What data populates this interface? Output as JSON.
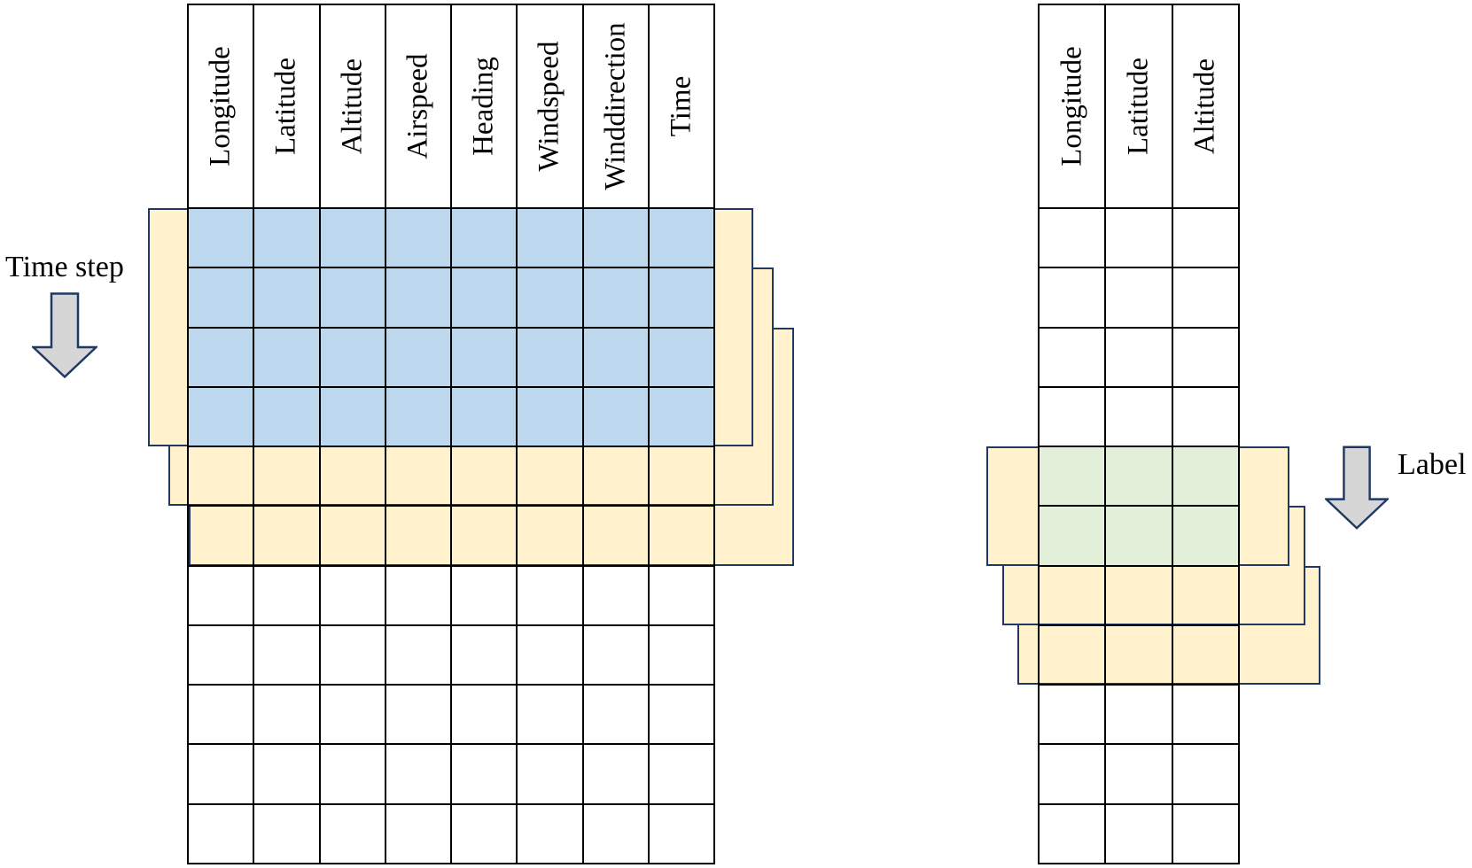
{
  "colors": {
    "background": "#FFFFFF",
    "input_window_cell": "#BDD7EE",
    "window_frame_fill": "#FFF2CC",
    "label_window_cell": "#E2EFD9",
    "frame_border": "#1F3864",
    "grid_line": "#000000",
    "arrow_fill": "#D6D6D6",
    "arrow_border": "#1F3864",
    "text": "#000000"
  },
  "left_panel": {
    "annotation": "Time step",
    "arrow_icon": "down-arrow",
    "window_frames": 3,
    "table": {
      "columns": [
        "Longitude",
        "Latitude",
        "Altitude",
        "Airspeed",
        "Heading",
        "Windspeed",
        "Winddirection",
        "Time"
      ],
      "row_fills": [
        "input",
        "input",
        "input",
        "input",
        "frame",
        "frame",
        "plain",
        "plain",
        "plain",
        "plain",
        "plain"
      ]
    }
  },
  "right_panel": {
    "annotation": "Label",
    "arrow_icon": "down-arrow",
    "window_frames": 3,
    "table": {
      "columns": [
        "Longitude",
        "Latitude",
        "Altitude"
      ],
      "row_fills": [
        "plain",
        "plain",
        "plain",
        "plain",
        "label",
        "label",
        "frame",
        "frame",
        "plain",
        "plain",
        "plain"
      ]
    }
  }
}
